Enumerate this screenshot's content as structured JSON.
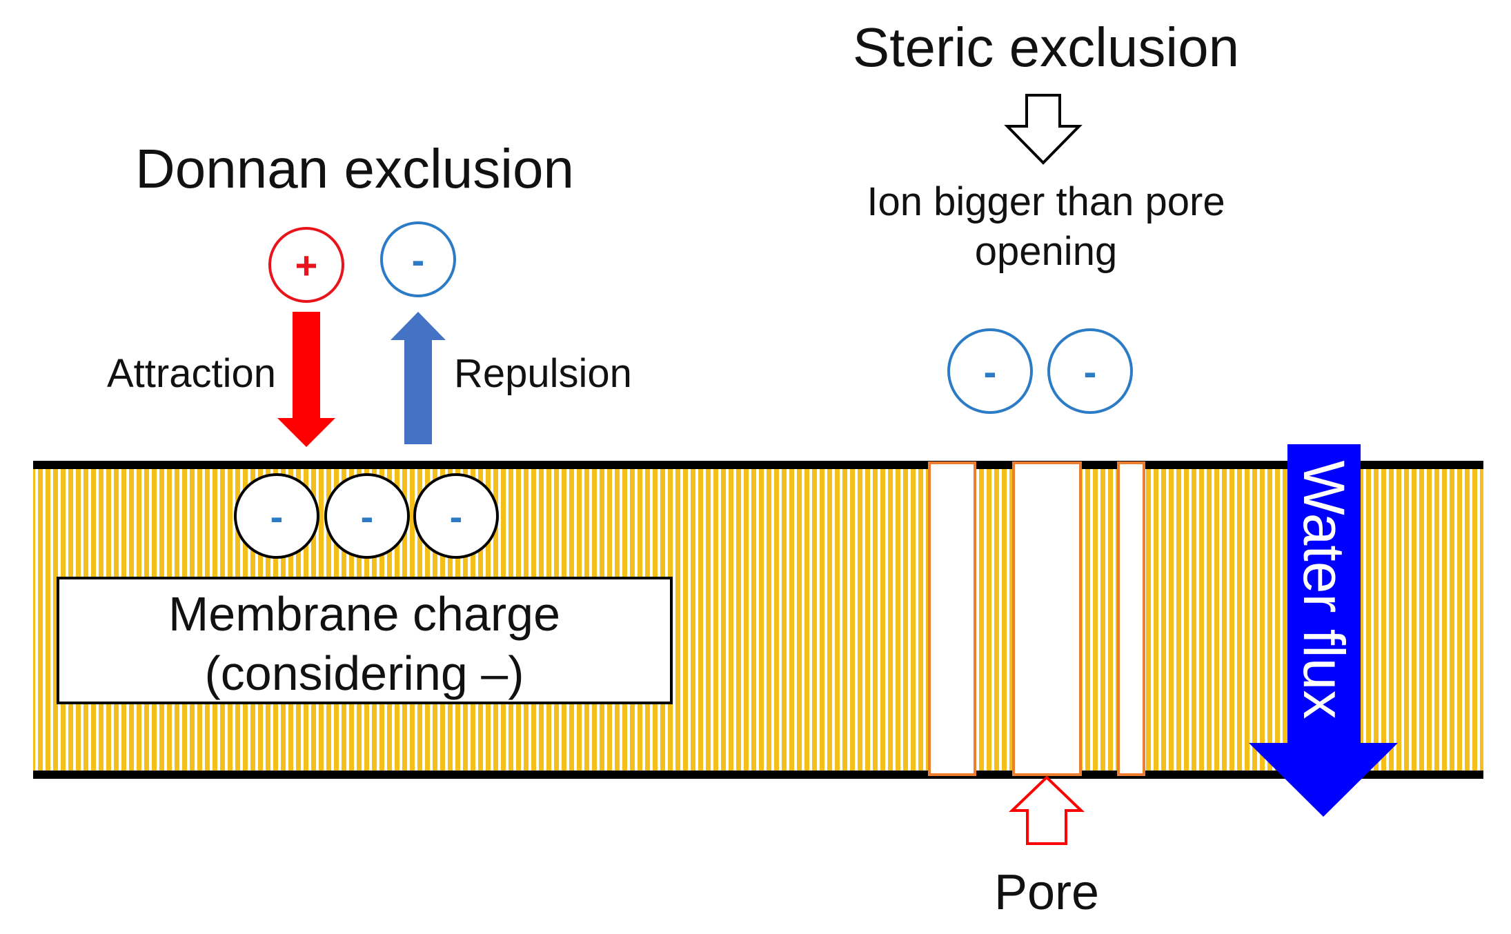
{
  "donnan": {
    "title": "Donnan exclusion",
    "cation_symbol": "+",
    "anion_symbol": "-",
    "attraction_label": "Attraction",
    "repulsion_label": "Repulsion"
  },
  "steric": {
    "title": "Steric exclusion",
    "description_line1": "Ion bigger than pore",
    "description_line2": "opening",
    "ion_symbol": "-"
  },
  "membrane": {
    "fixed_charge_symbol": "-",
    "charge_box_line1": "Membrane charge",
    "charge_box_line2": "(considering –)",
    "pore_label": "Pore",
    "flux_label": "Water flux"
  },
  "colors": {
    "membrane_stripe_yellow": "#f5bf1a",
    "membrane_stripe_white": "#ffffff",
    "membrane_border": "#000000",
    "cation": "#e8141b",
    "anion": "#2b7bc6",
    "attraction_arrow": "#ff0000",
    "repulsion_arrow": "#4472c4",
    "water_flux_arrow": "#0000ff",
    "pore_outline": "#ed7d31",
    "pore_pointer": "#ff0000"
  },
  "icons": {
    "steric_down_arrow": "hollow-down-arrow-icon",
    "pore_up_arrow": "hollow-up-arrow-icon"
  }
}
